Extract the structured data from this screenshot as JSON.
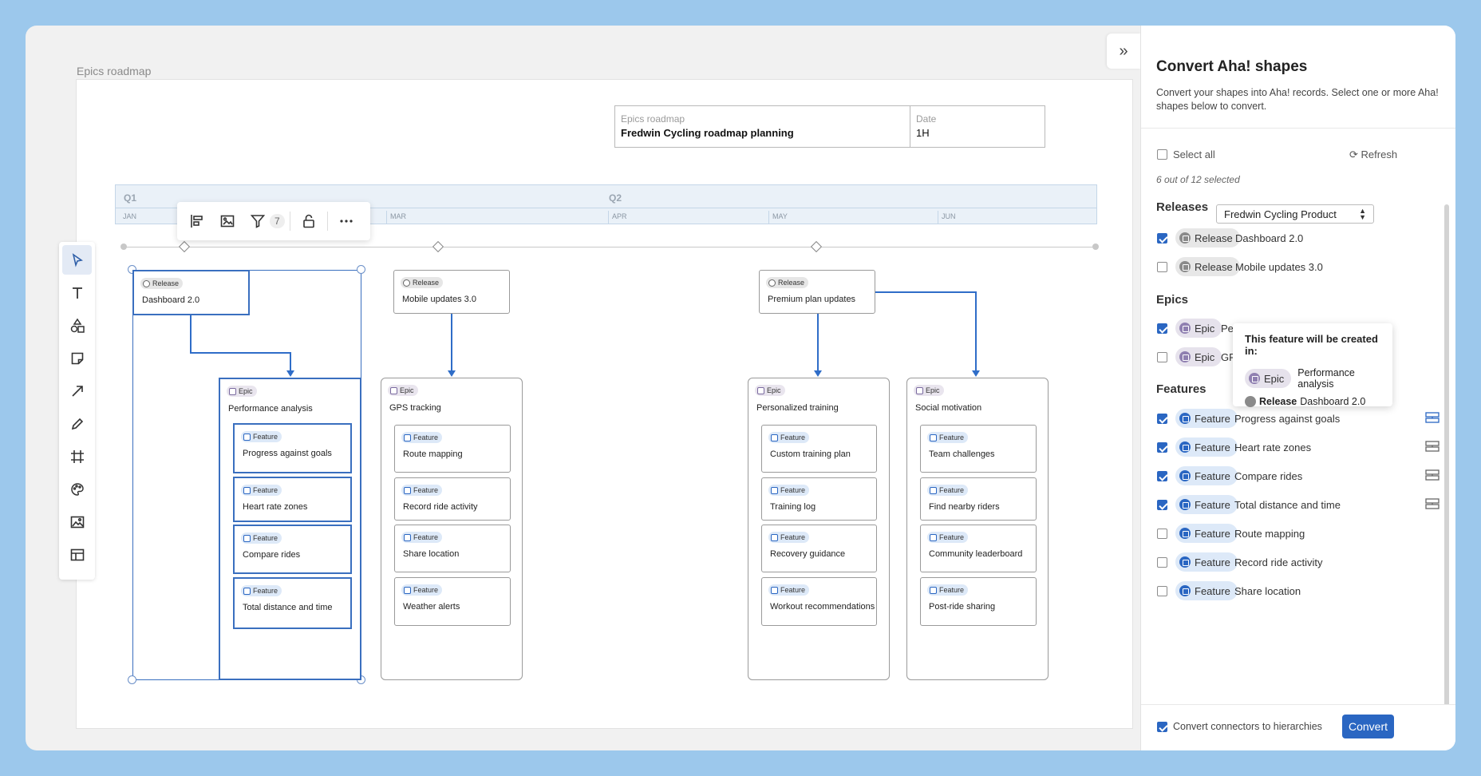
{
  "canvas": {
    "title": "Epics roadmap"
  },
  "header_block": {
    "left_label": "Epics roadmap",
    "left_value": "Fredwin Cycling roadmap planning",
    "right_label": "Date",
    "right_value": "1H"
  },
  "timeline": {
    "quarters": [
      "Q1",
      "Q2"
    ],
    "months": [
      "JAN",
      "MAR",
      "APR",
      "MAY",
      "JUN"
    ]
  },
  "float_toolbar": {
    "filter_count": "7"
  },
  "shapes": {
    "release_label": "Release",
    "epic_label": "Epic",
    "feature_label": "Feature",
    "releases": [
      "Dashboard 2.0",
      "Mobile updates 3.0",
      "Premium plan updates"
    ],
    "epics": [
      {
        "name": "Performance analysis",
        "features": [
          "Progress against goals",
          "Heart rate zones",
          "Compare rides",
          "Total distance and time"
        ]
      },
      {
        "name": "GPS tracking",
        "features": [
          "Route mapping",
          "Record ride activity",
          "Share location",
          "Weather alerts"
        ]
      },
      {
        "name": "Personalized training",
        "features": [
          "Custom training plan",
          "Training log",
          "Recovery guidance",
          "Workout recommendations"
        ]
      },
      {
        "name": "Social motivation",
        "features": [
          "Team challenges",
          "Find nearby riders",
          "Community leaderboard",
          "Post-ride sharing"
        ]
      }
    ]
  },
  "panel": {
    "title": "Convert Aha! shapes",
    "description": "Convert your shapes into Aha! records. Select one or more Aha! shapes below to convert.",
    "select_all": "Select all",
    "refresh": "Refresh",
    "selected_count": "6 out of 12 selected",
    "releases_heading": "Releases",
    "product_select": "Fredwin Cycling Product",
    "release_rows": [
      {
        "name": "Dashboard 2.0",
        "checked": true
      },
      {
        "name": "Mobile updates 3.0",
        "checked": false
      }
    ],
    "epics_heading": "Epics",
    "epic_rows": [
      {
        "name": "Per",
        "checked": true
      },
      {
        "name": "GP",
        "checked": false
      }
    ],
    "features_heading": "Features",
    "feature_rows": [
      {
        "name": "Progress against goals",
        "checked": true
      },
      {
        "name": "Heart rate zones",
        "checked": true
      },
      {
        "name": "Compare rides",
        "checked": true
      },
      {
        "name": "Total distance and time",
        "checked": true
      },
      {
        "name": "Route mapping",
        "checked": false
      },
      {
        "name": "Record ride activity",
        "checked": false
      },
      {
        "name": "Share location",
        "checked": false
      }
    ],
    "tooltip": {
      "heading": "This feature will be created in:",
      "epic_name": "Performance analysis",
      "release_label": "Release",
      "release_name": "Dashboard 2.0"
    },
    "connectors_label": "Convert connectors to hierarchies",
    "convert_button": "Convert"
  },
  "colors": {
    "accent": "#2a66c2",
    "selection": "#3a6fbf",
    "frame": "#9cc8ec"
  }
}
